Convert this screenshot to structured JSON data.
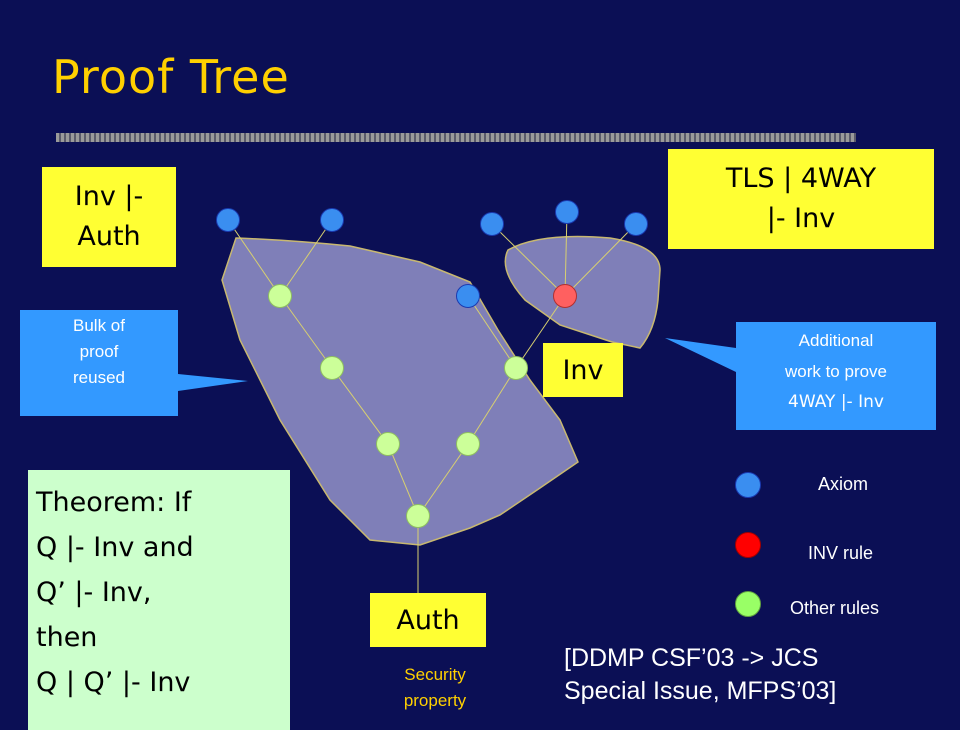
{
  "title": "Proof Tree",
  "boxes": {
    "inv_auth": [
      "Inv |-",
      "Auth"
    ],
    "tls_4way": [
      "TLS | 4WAY",
      "|- Inv"
    ],
    "inv": "Inv",
    "auth": "Auth"
  },
  "callouts": {
    "bulk": [
      "Bulk of",
      "proof",
      "reused"
    ],
    "additional": [
      "Additional",
      "work to prove",
      "4WAY |- Inv"
    ]
  },
  "legend": {
    "axiom": "Axiom",
    "inv_rule": "INV rule",
    "other_rules": "Other rules"
  },
  "theorem": [
    "Theorem: If",
    "Q |- Inv and",
    "Q’ |- Inv,",
    "then",
    "Q | Q’ |- Inv"
  ],
  "security_property": [
    "Security",
    "property"
  ],
  "reference": [
    "[DDMP CSF’03 -> JCS",
    "Special Issue, MFPS’03]"
  ],
  "colors": {
    "background": "#0b0f55",
    "title": "#ffd000",
    "axiom": "#3a8ef0",
    "inv_rule": "#ff6060",
    "other_rules": "#ccff99",
    "region": "#7f7fb8",
    "yellow_box": "#ffff33",
    "callout": "#3399ff",
    "theorem_box": "#ccffcc"
  }
}
